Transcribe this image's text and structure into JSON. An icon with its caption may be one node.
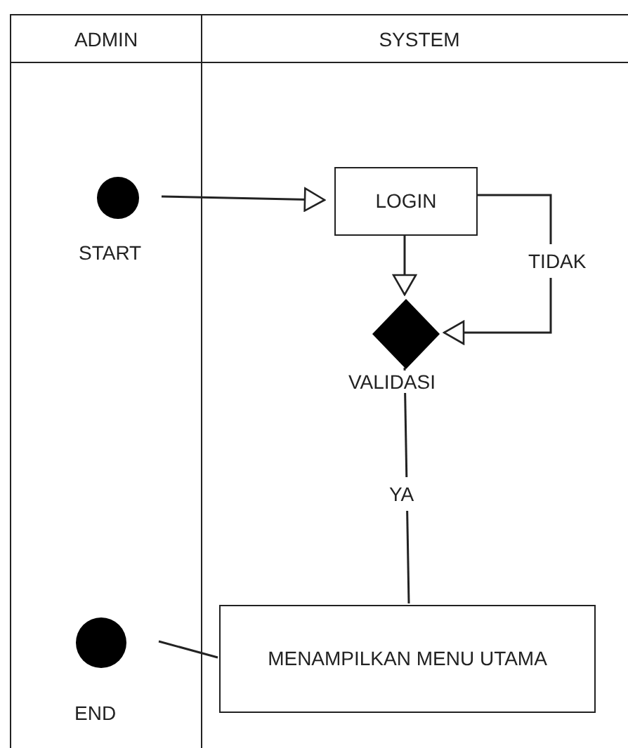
{
  "diagram": {
    "nodes": [
      {
        "text": [
          "ADMIN"
        ]
      },
      {
        "text": [
          "SYSTEM"
        ]
      },
      {
        "text": [],
        "shape": "circle",
        "in": 0,
        "beside": [
          "START"
        ]
      },
      {
        "text": [
          "LOGIN"
        ],
        "in": 1
      },
      {
        "text": [],
        "shape": "diamond",
        "in": 1,
        "beside": [
          "VALIDASI"
        ]
      },
      {
        "text": [
          "MENAMPILKAN MENU UTAMA"
        ],
        "in": 1
      },
      {
        "text": [],
        "shape": "circle",
        "in": 0,
        "beside": [
          "END"
        ]
      }
    ],
    "edges": [
      {
        "from": 2,
        "to": 3,
        "arrow": "to"
      },
      {
        "from": 3,
        "to": 4,
        "arrow": "to"
      },
      {
        "from": 3,
        "to": 4,
        "arrow": "to",
        "label": "TIDAK"
      },
      {
        "from": 4,
        "to": 5,
        "arrow": "none",
        "label": "YA"
      },
      {
        "from": 5,
        "to": 6,
        "arrow": "none"
      }
    ]
  }
}
